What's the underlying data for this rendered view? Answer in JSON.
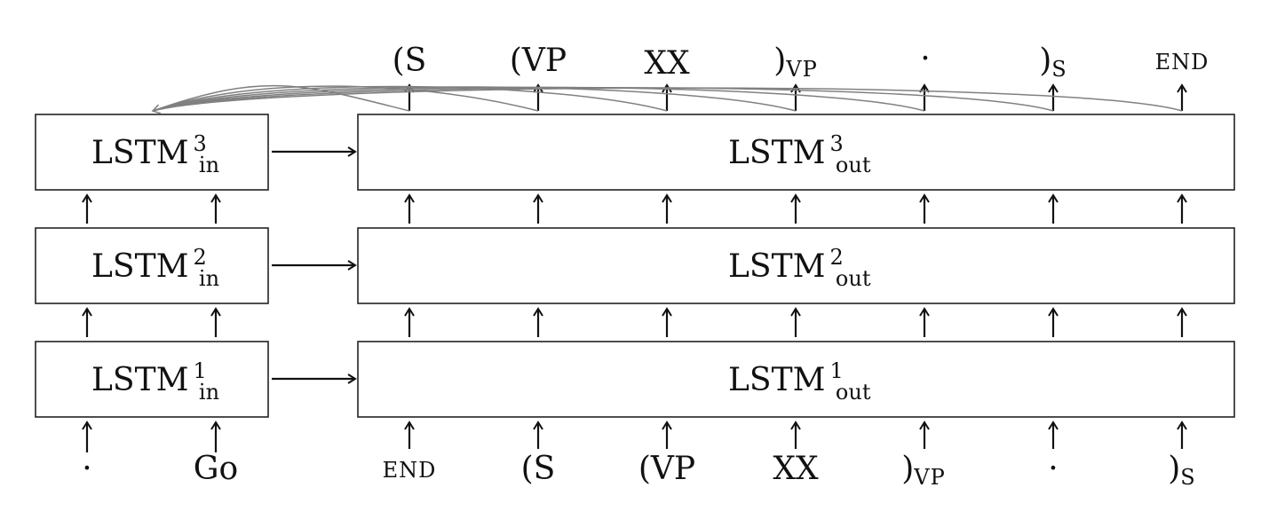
{
  "encoder": {
    "layers": [
      {
        "base": "LSTM",
        "sup": "3",
        "sub": "in"
      },
      {
        "base": "LSTM",
        "sup": "2",
        "sub": "in"
      },
      {
        "base": "LSTM",
        "sup": "1",
        "sub": "in"
      }
    ],
    "inputs": [
      {
        "text": "·",
        "small_caps": false
      },
      {
        "text": "Go",
        "small_caps": false
      }
    ]
  },
  "decoder": {
    "layers": [
      {
        "base": "LSTM",
        "sup": "3",
        "sub": "out"
      },
      {
        "base": "LSTM",
        "sup": "2",
        "sub": "out"
      },
      {
        "base": "LSTM",
        "sup": "1",
        "sub": "out"
      }
    ],
    "inputs": [
      {
        "text": "END",
        "small_caps": true
      },
      {
        "text": "(S",
        "small_caps": false
      },
      {
        "text": "(VP",
        "small_caps": false
      },
      {
        "text": "XX",
        "small_caps": false
      },
      {
        "text": ")",
        "sub": "VP",
        "small_caps": false
      },
      {
        "text": "·",
        "small_caps": false
      },
      {
        "text": ")",
        "sub": "S",
        "small_caps": false
      }
    ],
    "outputs": [
      {
        "text": "(S",
        "small_caps": false
      },
      {
        "text": "(VP",
        "small_caps": false
      },
      {
        "text": "XX",
        "small_caps": false
      },
      {
        "text": ")",
        "sub": "VP",
        "small_caps": false
      },
      {
        "text": "·",
        "small_caps": false
      },
      {
        "text": ")",
        "sub": "S",
        "small_caps": false
      },
      {
        "text": "END",
        "small_caps": true
      }
    ]
  }
}
